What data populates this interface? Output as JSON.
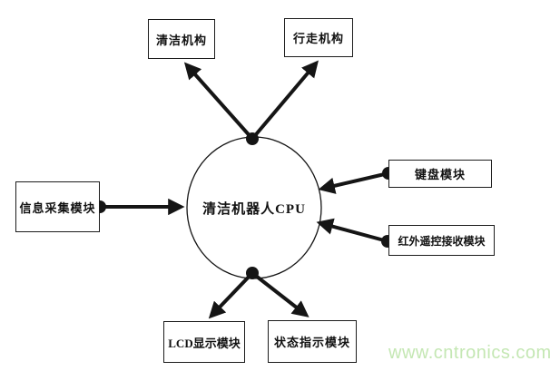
{
  "diagram": {
    "center": {
      "label": "清洁机器人CPU"
    },
    "nodes": {
      "cleaning": {
        "label": "清洁机构"
      },
      "walking": {
        "label": "行走机构"
      },
      "info": {
        "label": "信息采集模块"
      },
      "keyboard": {
        "label": "键盘模块"
      },
      "ir": {
        "label": "红外遥控接收模块"
      },
      "lcd": {
        "label": "LCD显示模块"
      },
      "status": {
        "label": "状态指示模块"
      }
    },
    "connections": [
      {
        "from": "cpu",
        "to": "cleaning",
        "direction": "output"
      },
      {
        "from": "cpu",
        "to": "walking",
        "direction": "output"
      },
      {
        "from": "info",
        "to": "cpu",
        "direction": "input"
      },
      {
        "from": "keyboard",
        "to": "cpu",
        "direction": "input"
      },
      {
        "from": "ir",
        "to": "cpu",
        "direction": "input"
      },
      {
        "from": "cpu",
        "to": "lcd",
        "direction": "output"
      },
      {
        "from": "cpu",
        "to": "status",
        "direction": "output"
      }
    ],
    "colors": {
      "line": "#151515",
      "box_border": "#1c1c1c",
      "background": "#ffffff",
      "watermark": "#c4e7b3"
    },
    "watermark": "www.cntronics.com"
  }
}
